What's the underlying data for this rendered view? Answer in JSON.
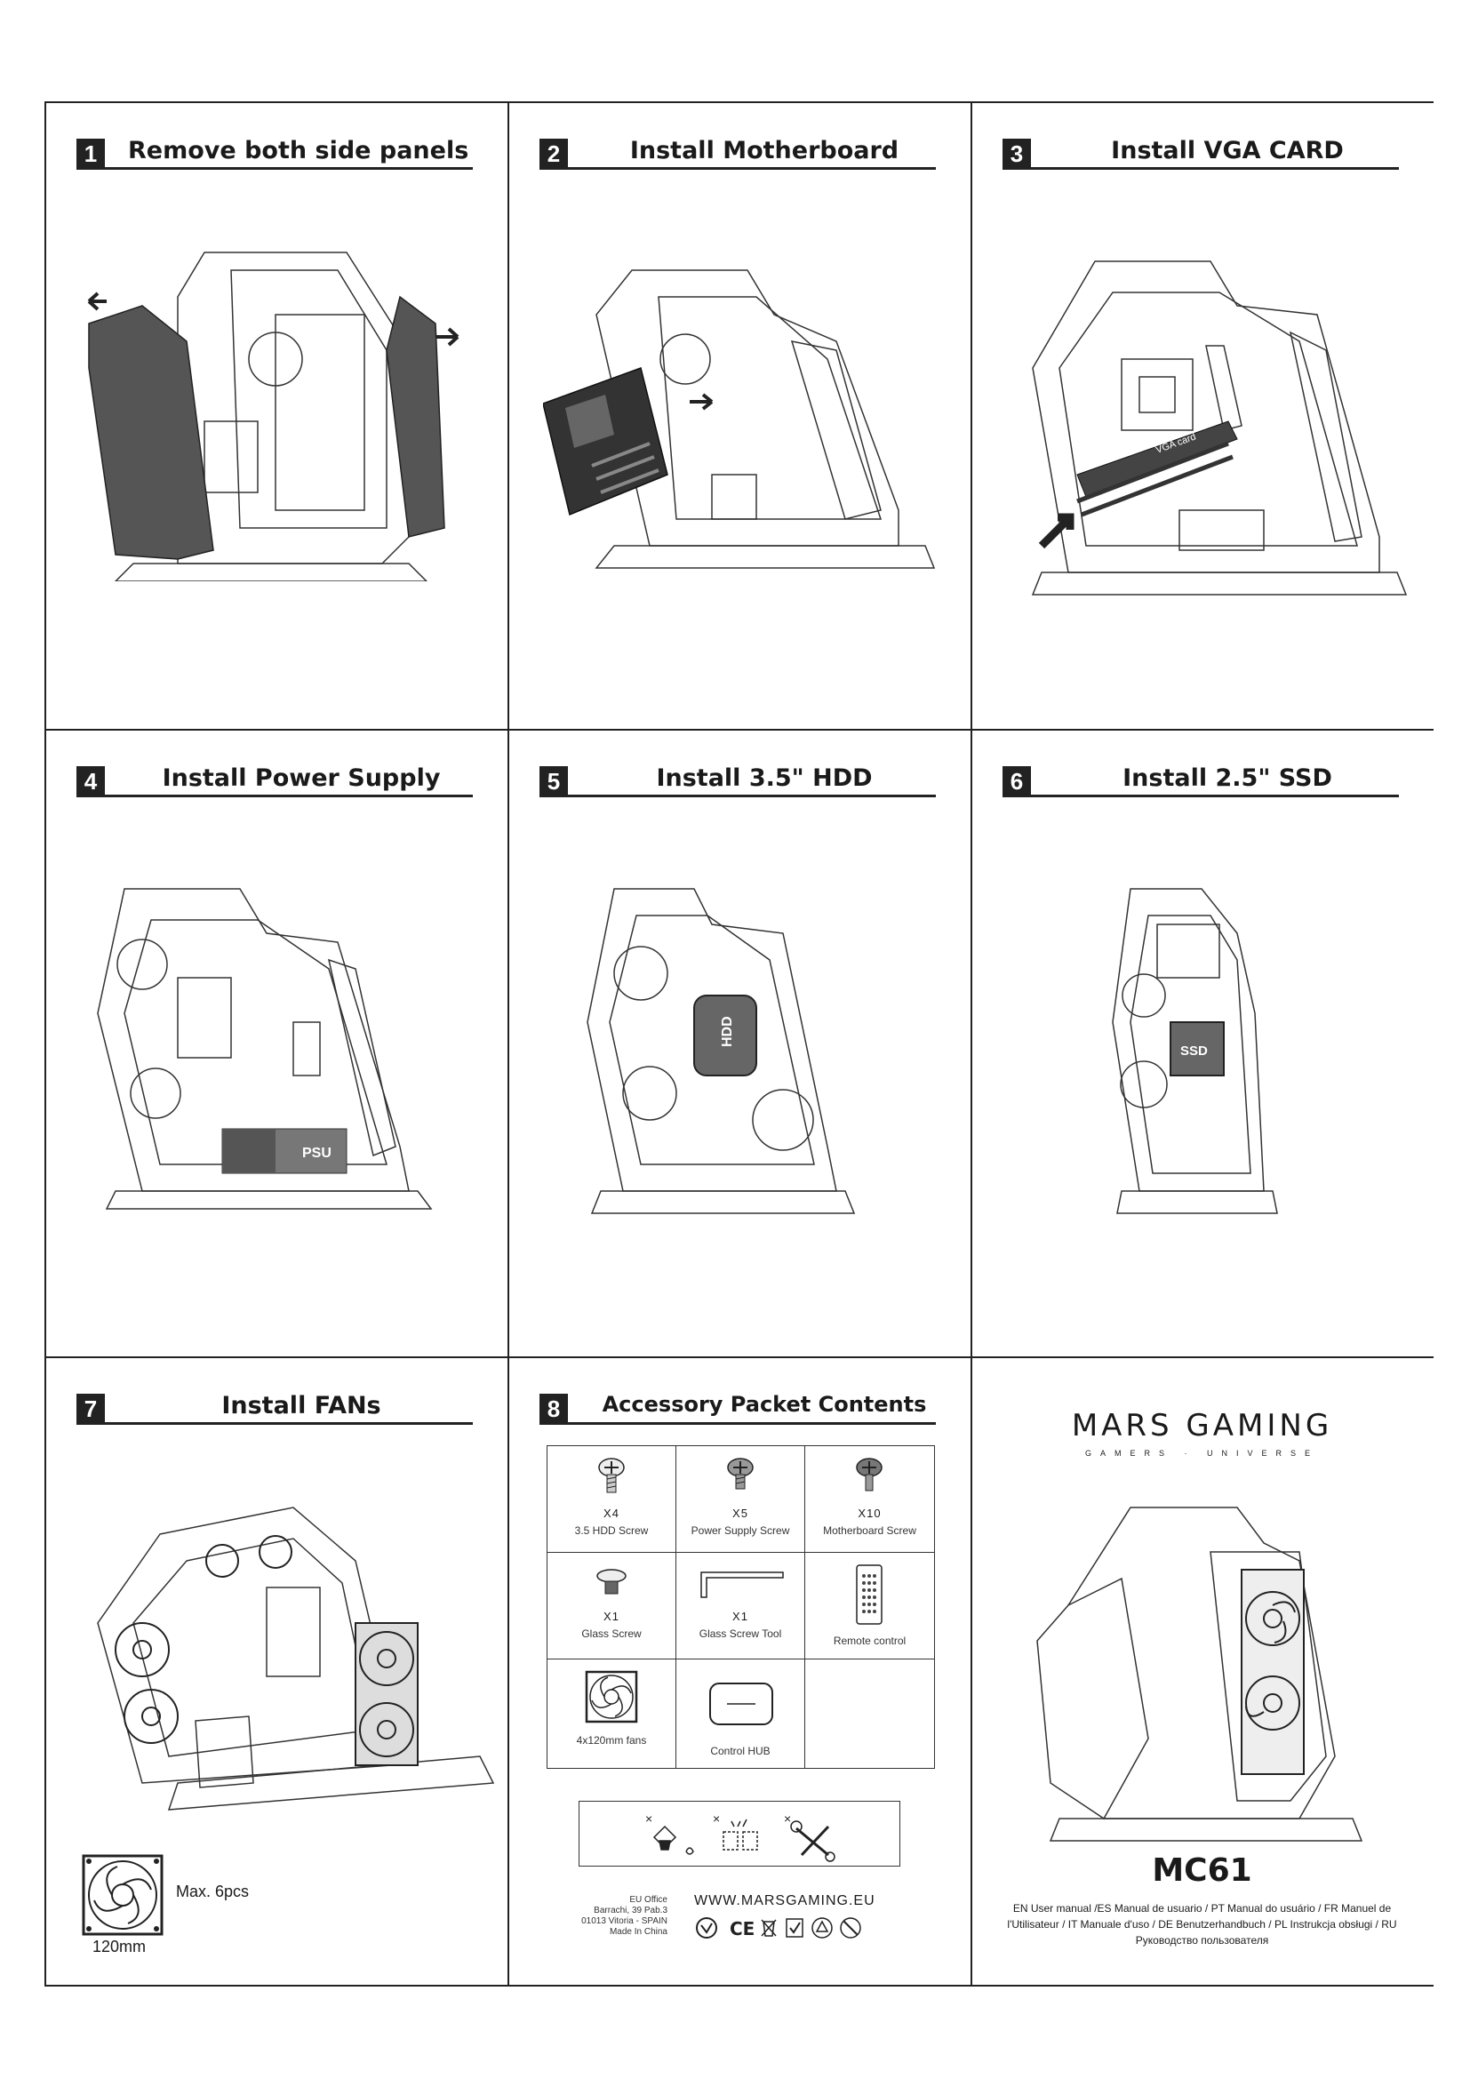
{
  "steps": [
    {
      "num": "1",
      "title": "Remove both side panels"
    },
    {
      "num": "2",
      "title": "Install Motherboard"
    },
    {
      "num": "3",
      "title": "Install VGA CARD"
    },
    {
      "num": "4",
      "title": "Install Power Supply"
    },
    {
      "num": "5",
      "title": "Install 3.5\" HDD"
    },
    {
      "num": "6",
      "title": "Install 2.5\" SSD"
    },
    {
      "num": "7",
      "title": "Install FANs"
    },
    {
      "num": "8",
      "title": "Accessory Packet Contents"
    }
  ],
  "illustration_labels": {
    "vga": "VGA card",
    "psu": "PSU",
    "hdd": "HDD",
    "ssd": "SSD"
  },
  "fans": {
    "max": "Max. 6pcs",
    "size": "120mm"
  },
  "accessories": [
    {
      "qty": "X4",
      "name": "3.5 HDD Screw",
      "icon": "screw-icon"
    },
    {
      "qty": "X5",
      "name": "Power Supply Screw",
      "icon": "screw-icon"
    },
    {
      "qty": "X10",
      "name": "Motherboard Screw",
      "icon": "screw-icon"
    },
    {
      "qty": "X1",
      "name": "Glass Screw",
      "icon": "glass-screw-icon"
    },
    {
      "qty": "X1",
      "name": "Glass Screw Tool",
      "icon": "hex-key-icon"
    },
    {
      "qty": "",
      "name": "Remote control",
      "icon": "remote-icon"
    },
    {
      "qty": "",
      "name": "4x120mm fans",
      "icon": "fan-icon"
    },
    {
      "qty": "",
      "name": "Control HUB",
      "icon": "hub-icon"
    }
  ],
  "footer": {
    "office_lines": [
      "EU Office",
      "Barrachi, 39 Pab.3",
      "01013 Vitoria - SPAIN",
      "Made In China"
    ],
    "website": "WWW.MARSGAMING.EU"
  },
  "brand": {
    "name": "MARS GAMING",
    "tagline": "GAMERS · UNIVERSE",
    "model": "MC61",
    "manual_text": "EN User manual /ES Manual de usuario / PT Manual do usuário / FR Manuel de l'Utilisateur / IT Manuale d'uso / DE Benutzerhandbuch / PL Instrukcja obsługi / RU Руководство пользователя"
  }
}
